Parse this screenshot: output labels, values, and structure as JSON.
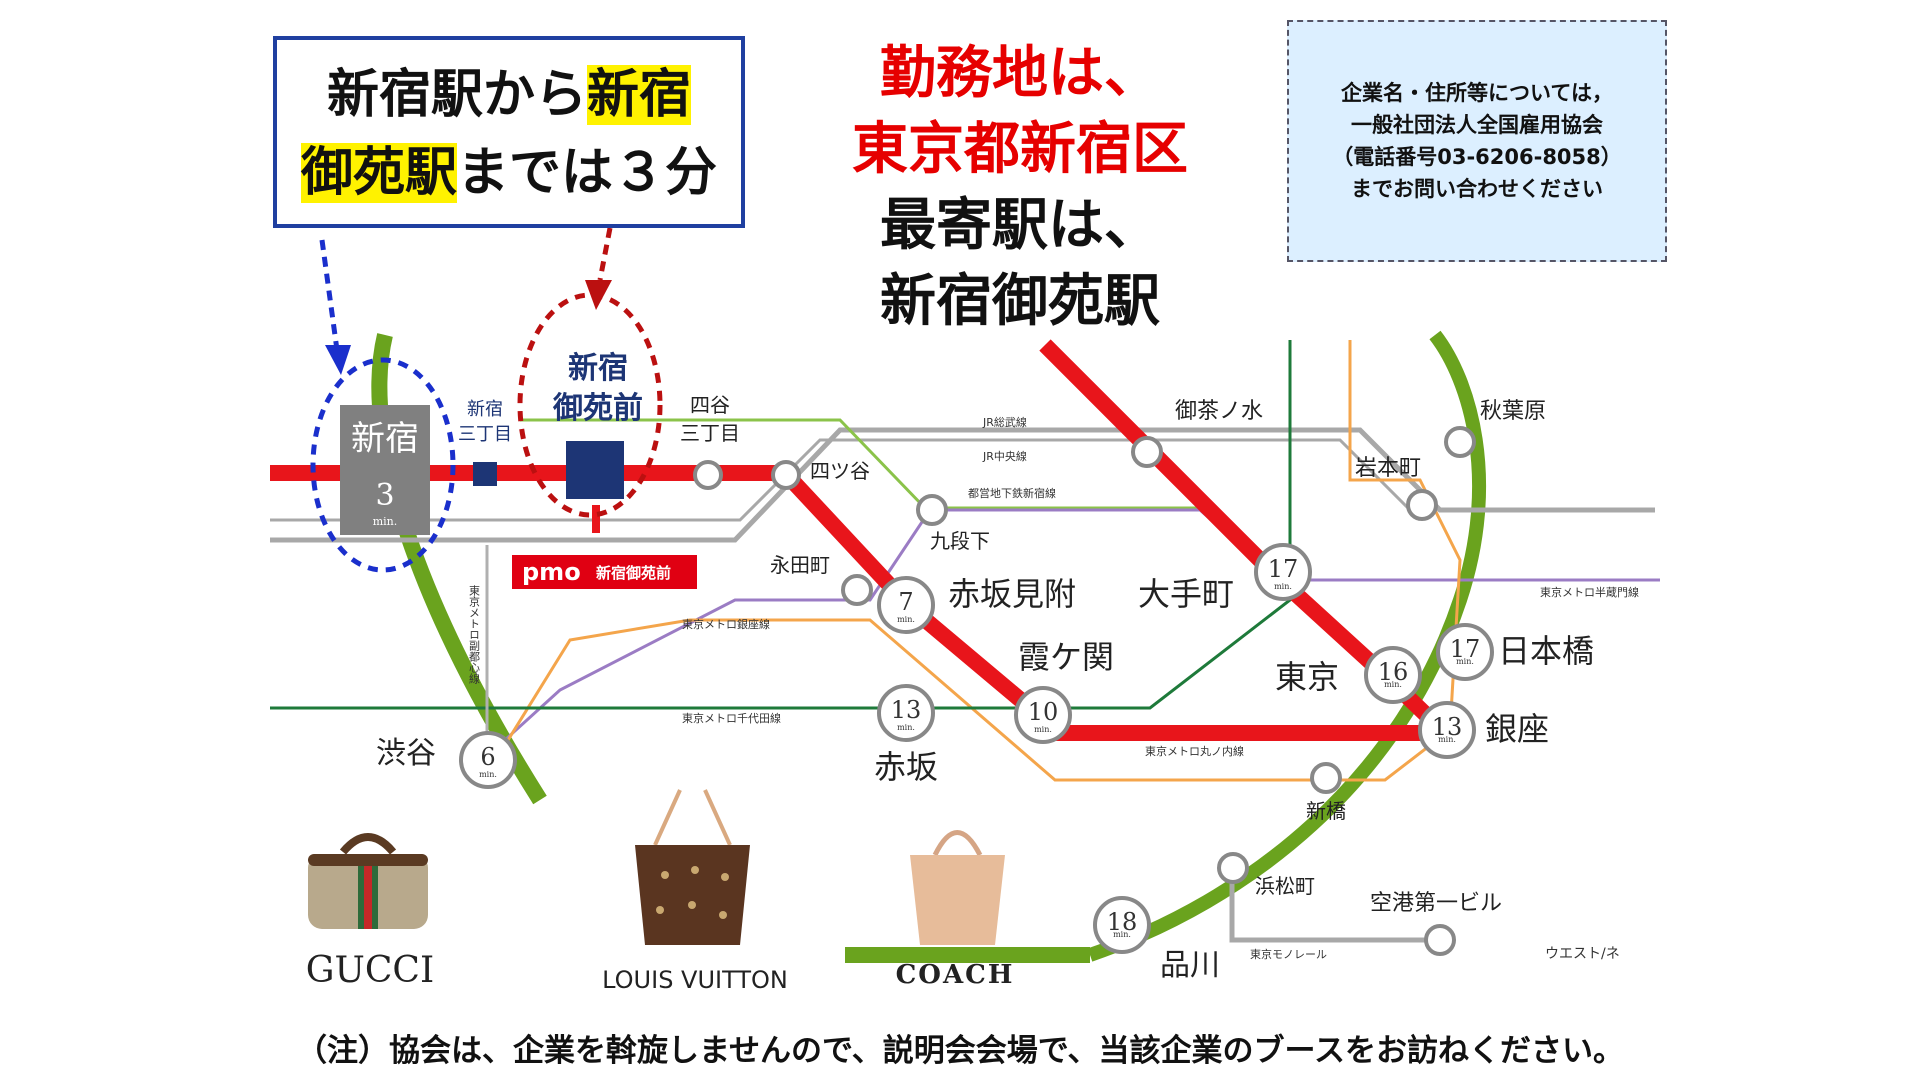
{
  "callout": {
    "line1_a": "新宿駅から",
    "line1_b": "新宿",
    "line2_a": "御苑駅",
    "line2_b": "までは３分"
  },
  "headline": {
    "line1": "勤務地は、",
    "line2": "東京都新宿区",
    "line3": "最寄駅は、",
    "line4": "新宿御苑駅"
  },
  "note": {
    "line1": "企業名・住所等については，",
    "line2": "一般社団法人全国雇用協会",
    "line3": "（電話番号03-6206-8058）",
    "line4": "までお問い合わせください"
  },
  "footer": "（注）協会は、企業を斡旋しませんので、説明会会場で、当該企業のブースをお訪ねください。",
  "map": {
    "colors": {
      "marunouchi": "#e8151b",
      "yamanote": "#6aa31e",
      "jr_sobu": "#999999",
      "ginza": "#f4a54b",
      "hanzomon": "#9b7cc4",
      "chiyoda": "#1e7a3a",
      "shinjuku_line": "#7cc242",
      "circle_blue": "#1a2fcc",
      "circle_red": "#bb1010",
      "station_navy": "#1d3575"
    },
    "stations": {
      "shinjuku": "新宿",
      "shinjuku_min": "3",
      "min": "min.",
      "shinjuku_sanchome": "新宿\n三丁目",
      "gyoenmae": "新宿\n御苑前",
      "pmo_brand": "pmo",
      "pmo_label": "新宿御苑前",
      "yotsuya_sanchome": "四谷\n三丁目",
      "yotsuya": "四ツ谷",
      "kudanshita": "九段下",
      "nagatacho": "永田町",
      "akasaka_mitsuke": "赤坂見附",
      "akasaka_mitsuke_min": "7",
      "kasumigaseki": "霞ケ関",
      "kasumigaseki_min": "10",
      "akasaka": "赤坂",
      "akasaka_min": "13",
      "shibuya": "渋谷",
      "shibuya_min": "6",
      "ochanomizu": "御茶ノ水",
      "otemachi": "大手町",
      "otemachi_min": "17",
      "tokyo": "東京",
      "tokyo_min": "16",
      "nihonbashi": "日本橋",
      "nihonbashi_min": "17",
      "ginza": "銀座",
      "ginza_min": "13",
      "shinbashi": "新橋",
      "hamamatsucho": "浜松町",
      "shinagawa": "品川",
      "shinagawa_min": "18",
      "akihabara": "秋葉原",
      "iwamotocho": "岩本町",
      "kuko": "空港第一ビル"
    },
    "line_labels": {
      "jr_sobu": "JR総武線",
      "jr_chuo": "JR中央線",
      "toei_shinjuku": "都営地下鉄新宿線",
      "ginza_line": "東京メトロ銀座線",
      "chiyoda_line": "東京メトロ千代田線",
      "marunouchi_line": "東京メトロ丸ノ内線",
      "hanzomon_line": "東京メトロ半蔵門線",
      "monorail": "東京モノレール",
      "fukutoshin_line": "東京メトロ副都心線",
      "credit": "ウエスト/ネ"
    }
  },
  "brands": {
    "gucci": "GUCCI",
    "lv": "LOUIS VUITTON",
    "coach": "COACH"
  }
}
